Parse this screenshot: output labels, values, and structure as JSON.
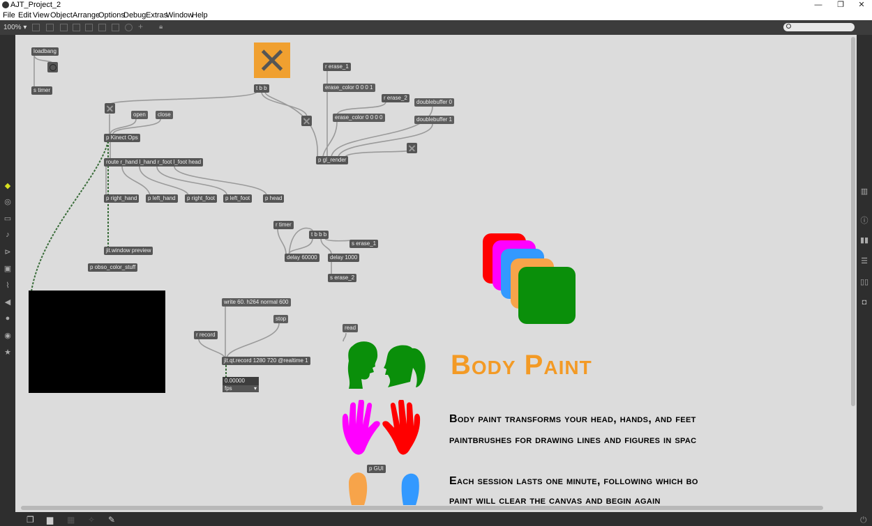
{
  "window": {
    "title": "AJT_Project_2",
    "minimize": "—",
    "restore": "❐",
    "close": "✕"
  },
  "menu": [
    "File",
    "Edit",
    "View",
    "Object",
    "Arrange",
    "Options",
    "Debug",
    "Extras",
    "Window",
    "Help"
  ],
  "toolbar": {
    "zoom": "100% ▾"
  },
  "objects": {
    "loadbang": "loadbang",
    "s_timer": "s timer",
    "t_b_b": "t b b",
    "r_erase_1": "r erase_1",
    "erase_color_1": "erase_color 0 0 0 1",
    "r_erase_2": "r erase_2",
    "doublebuffer_0": "doublebuffer 0",
    "doublebuffer_1": "doublebuffer 1",
    "erase_color_0": "erase_color 0 0 0 0",
    "p_gl_render": "p gl_render",
    "open": "open",
    "close": "close",
    "p_kinect_ops": "p Kinect Ops",
    "route": "route r_hand l_hand r_foot l_foot head",
    "p_right_hand": "p right_hand",
    "p_left_hand": "p left_hand",
    "p_right_foot": "p right_foot",
    "p_left_foot": "p left_foot",
    "p_head": "p head",
    "jit_window": "jit.window preview",
    "p_obso": "p obso_color_stuff",
    "r_timer": "r timer",
    "t_b_b_b": "t b b b",
    "s_erase_1": "s erase_1",
    "delay_60000": "delay 60000",
    "delay_1000": "delay 1000",
    "s_erase_2": "s erase_2",
    "write_msg": "write 60. h264 normal 600",
    "stop": "stop",
    "r_record": "r record",
    "jit_qt_record": "jit.qt.record 1280 720 @realtime 1",
    "read": "read",
    "p_gui": "p GUI"
  },
  "numbox": {
    "value": "0.00000",
    "menu": "fps"
  },
  "body_paint": {
    "title": "Body Paint",
    "line1": "Body paint transforms your head, hands, and feet",
    "line2": "paintbrushes for drawing lines and figures in spac",
    "line3": "Each session lasts one minute, following which bo",
    "line4": "paint will clear the canvas and begin again"
  },
  "colors": {
    "accent_orange": "#f39a25",
    "red": "#ff0000",
    "magenta": "#ff00ff",
    "blue": "#3399ff",
    "orange": "#f7a44a",
    "green": "#0a8f0a",
    "object_bg": "#555555",
    "canvas_bg": "#dcdcdc"
  },
  "icons": {
    "left": [
      "cube-icon",
      "circle-target-icon",
      "ruler-icon",
      "music-note-icon",
      "play-split-icon",
      "image-icon",
      "paperclip-icon",
      "plug-icon",
      "gear-icon",
      "power-icon",
      "star-icon"
    ],
    "right": [
      "columns-icon",
      "info-icon",
      "book-icon",
      "list-icon",
      "book-open-icon",
      "camera-icon"
    ],
    "bottom": [
      "windows-icon",
      "presentation-icon",
      "grid-icon",
      "magic-icon",
      "wrench-icon",
      "power-icon"
    ]
  }
}
